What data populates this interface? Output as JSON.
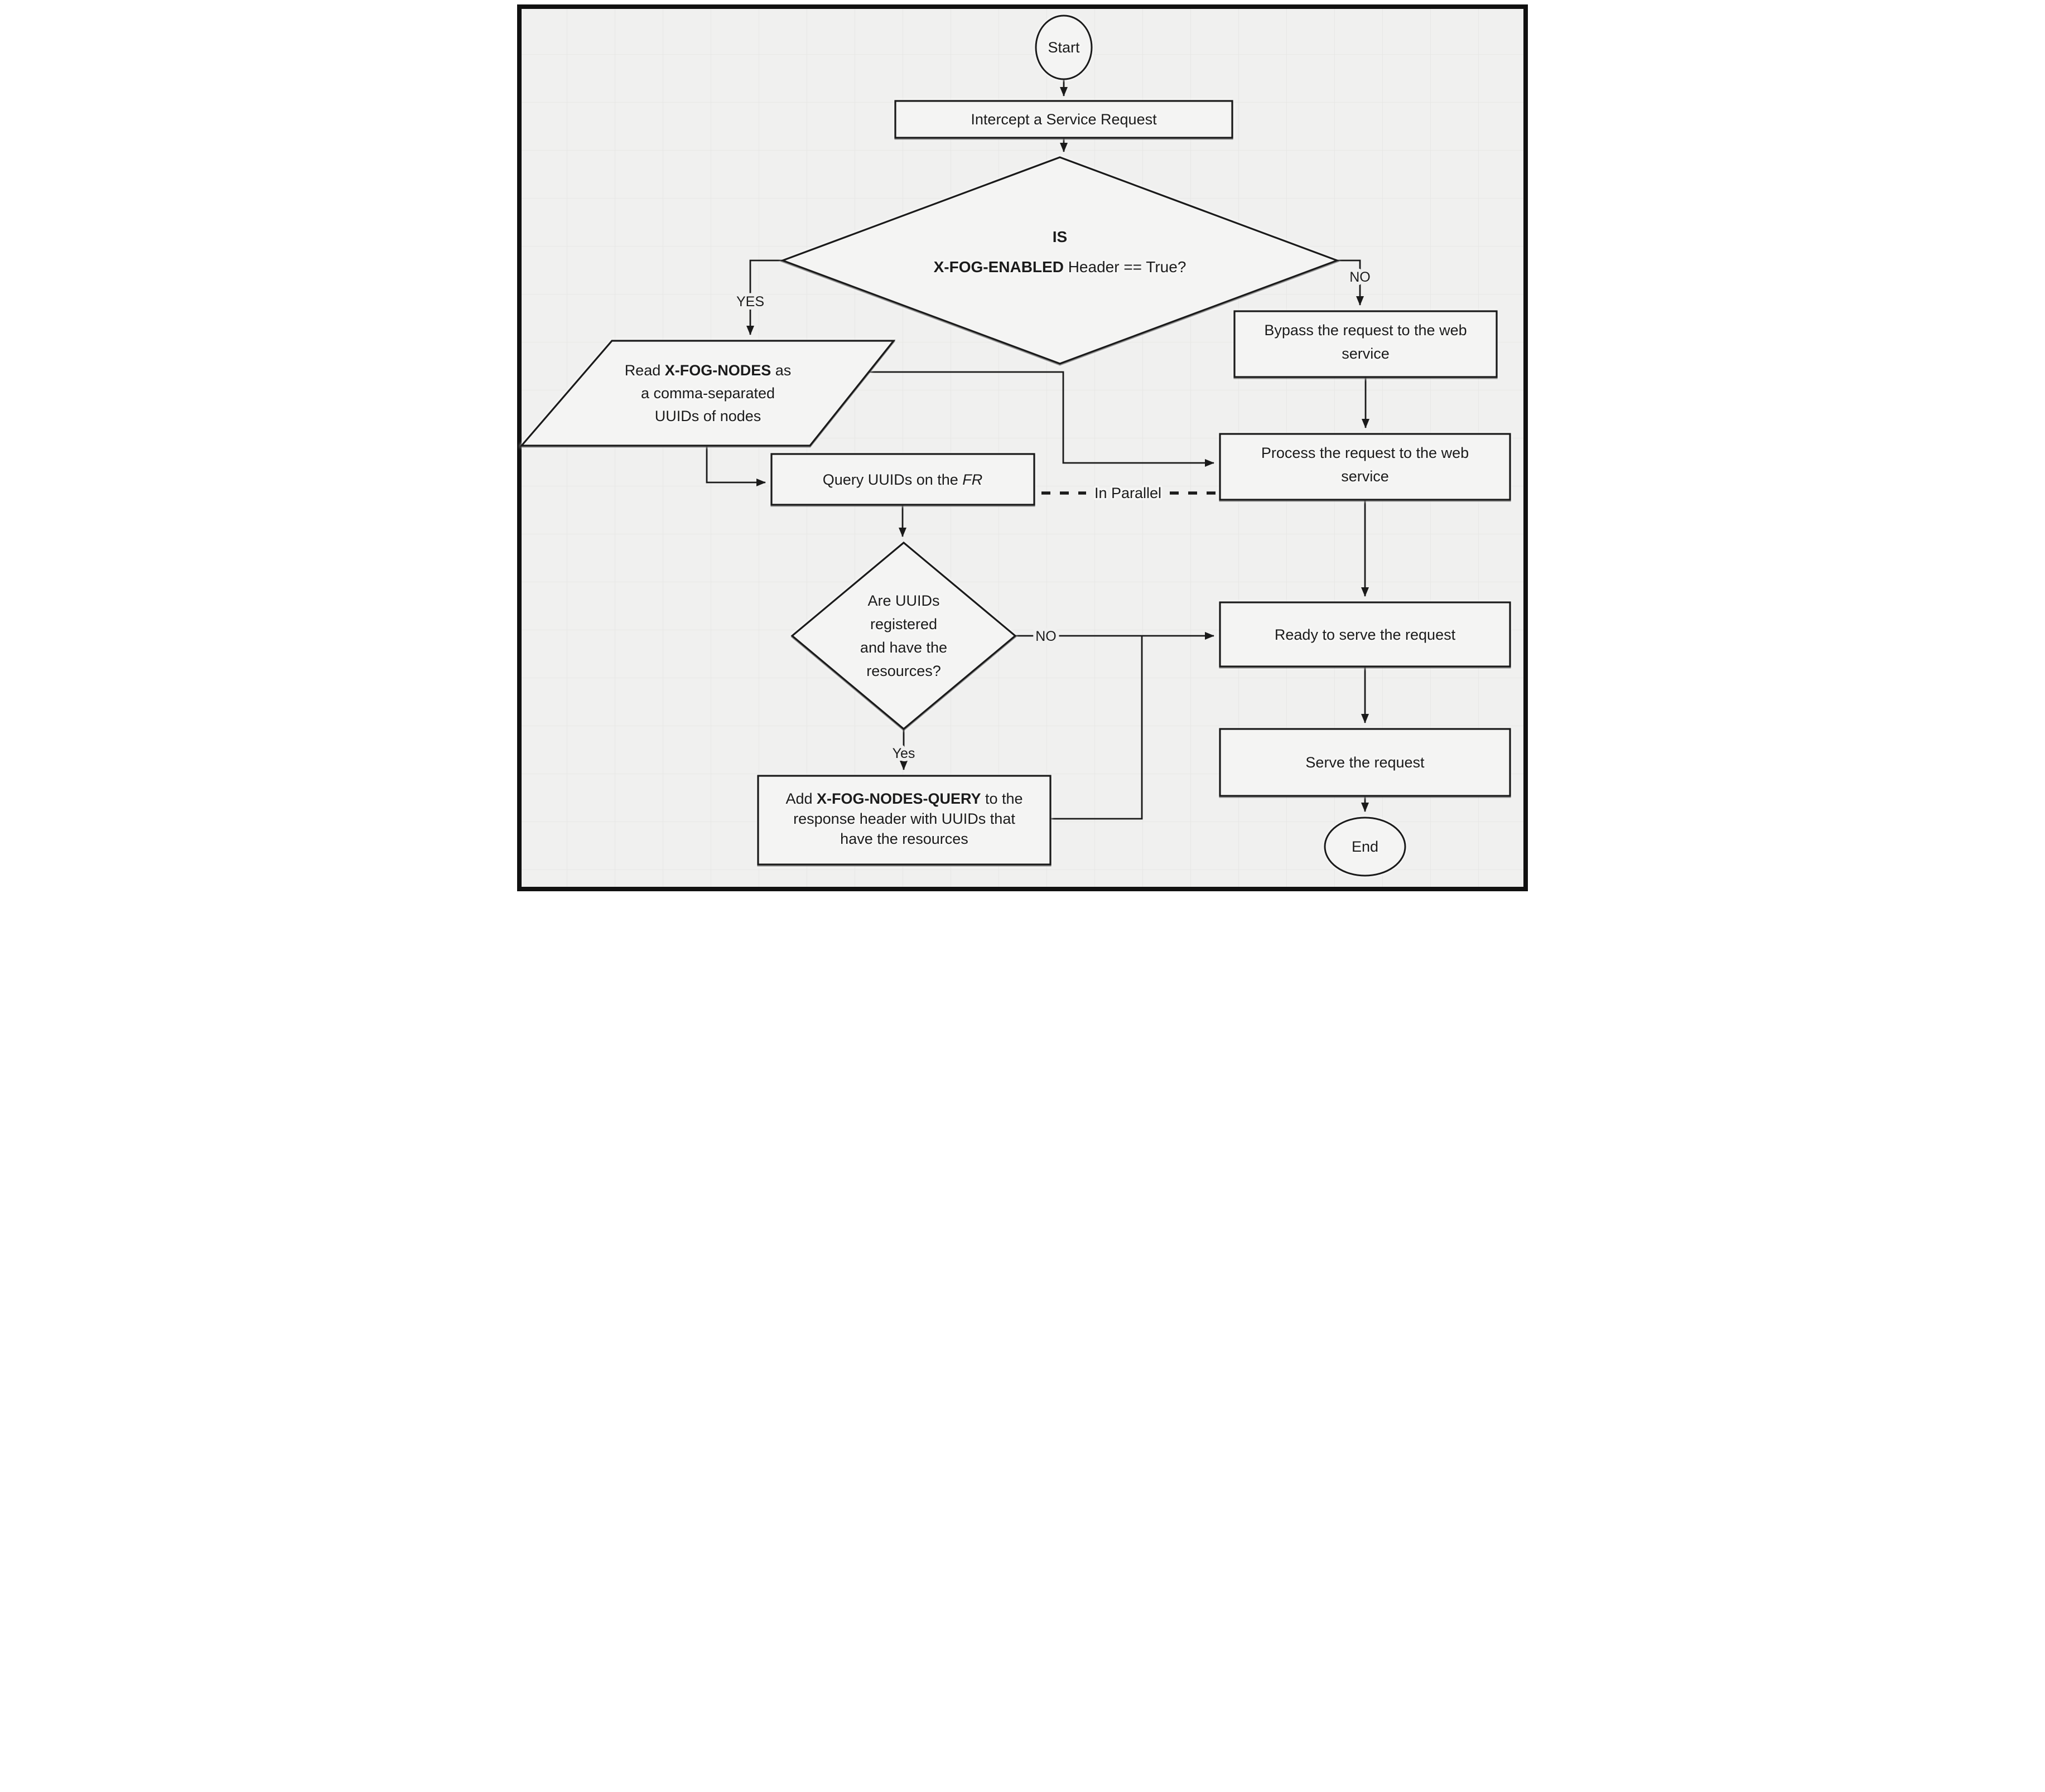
{
  "diagram": {
    "colors": {
      "background": "#f0f0ef",
      "shape_fill": "#f4f4f3",
      "stroke": "#1a1a1a",
      "grid": "#e5e5e4",
      "text": "#1b1b1b"
    },
    "nodes": {
      "start": {
        "type": "terminator",
        "label": "Start"
      },
      "intercept": {
        "type": "process",
        "label": "Intercept a Service Request"
      },
      "decision_fog": {
        "type": "decision",
        "line1": "IS",
        "line2_bold": "X-FOG-ENABLED",
        "line2_rest": " Header == True?"
      },
      "read_nodes": {
        "type": "data",
        "l1a": "Read ",
        "l1b": "X-FOG-NODES",
        "l1c": " as",
        "l2": "a comma-separated",
        "l3": "UUIDs of nodes"
      },
      "bypass": {
        "type": "process",
        "l1": "Bypass the request to the web",
        "l2": "service"
      },
      "process": {
        "type": "process",
        "l1": "Process the request to the web",
        "l2": "service"
      },
      "query": {
        "type": "process",
        "a": "Query UUIDs on the ",
        "b": "FR"
      },
      "decision_uuid": {
        "type": "decision",
        "l1": "Are UUIDs",
        "l2": "registered",
        "l3": "and have the",
        "l4": "resources?"
      },
      "add_query": {
        "type": "process",
        "l1a": "Add ",
        "l1b": "X-FOG-NODES-QUERY",
        "l1c": " to the",
        "l2": "response header with UUIDs that",
        "l3": "have the resources"
      },
      "ready": {
        "type": "process",
        "label": "Ready to serve the request"
      },
      "serve": {
        "type": "process",
        "label": "Serve the request"
      },
      "end": {
        "type": "terminator",
        "label": "End"
      }
    },
    "edge_labels": {
      "yes_top": "YES",
      "no_top": "NO",
      "no_mid": "NO",
      "yes_mid": "Yes"
    },
    "annotation": {
      "in_parallel": "In Parallel"
    }
  }
}
